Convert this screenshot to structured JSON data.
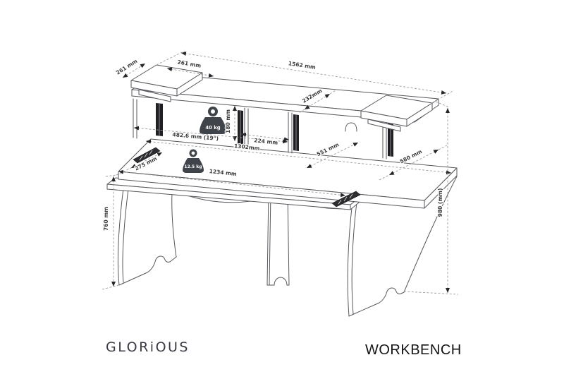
{
  "page": {
    "background_color": "#ffffff"
  },
  "drawing": {
    "type": "technical-dimension-diagram",
    "subject": "studio workbench desk isometric line drawing",
    "dimensions": {
      "shelf_total_width": "1562 mm",
      "platform_depth": "261 mm",
      "platform_width": "261 mm",
      "shelf_depth": "232mm",
      "rack_height": "180 mm",
      "rack_width": "482.6 mm (19\")",
      "center_bay_width": "224 mm",
      "desktop_width": "1302mm",
      "desktop_depth": "551 mm",
      "tray_depth": "275 mm",
      "tray_width": "1234 mm",
      "overall_depth": "580 mm",
      "overall_height": "980 (mm)",
      "clearance_height": "760 mm"
    },
    "loads": {
      "desktop": "40 kg",
      "tray": "12.5 kg"
    },
    "colors": {
      "line": "#56565c",
      "dimension_line": "#9b9b9b",
      "arrow": "#26262a",
      "label_text": "#3a3a3a",
      "weight_fill": "#3f444a",
      "weight_text": "#ffffff"
    }
  },
  "footer": {
    "brand_logo_text": "GLORiOUS",
    "product_name": "WORKBENCH"
  }
}
